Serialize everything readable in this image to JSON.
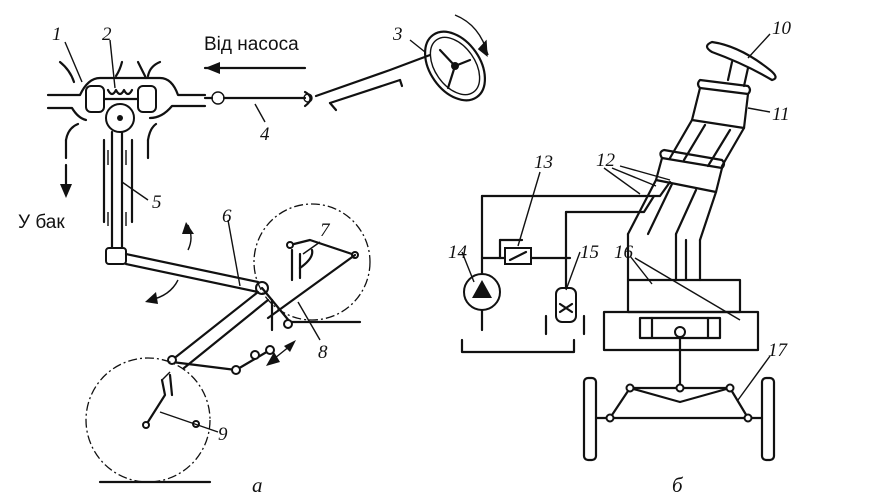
{
  "captions": {
    "from_pump": "Від насоса",
    "to_tank": "У бак"
  },
  "callouts": [
    "1",
    "2",
    "3",
    "4",
    "5",
    "6",
    "7",
    "8",
    "9",
    "10",
    "11",
    "12",
    "13",
    "14",
    "15",
    "16",
    "17"
  ],
  "subfigures": {
    "left": "а",
    "right": "б"
  }
}
